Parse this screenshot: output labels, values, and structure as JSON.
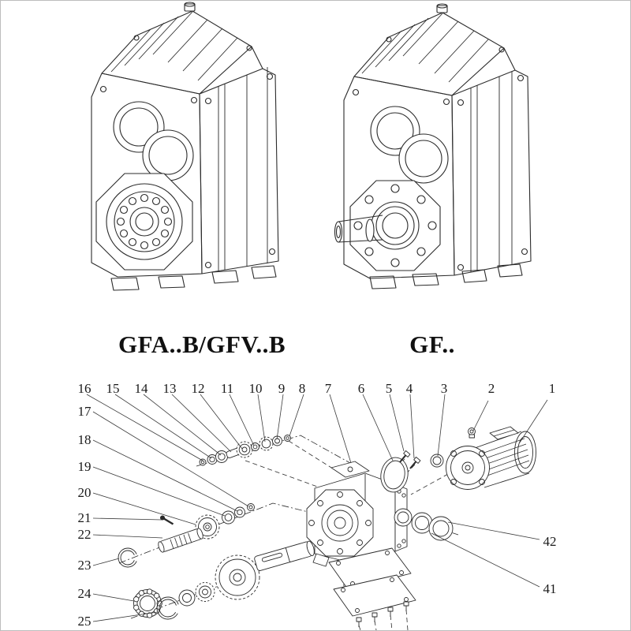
{
  "colors": {
    "background": "#ffffff",
    "line": "#2b2b2b",
    "frame_border": "#bdbdbd"
  },
  "models": {
    "left_label": "GFA..B/GFV..B",
    "right_label": "GF.."
  },
  "exploded_view": {
    "part_numbers_top": [
      "16",
      "15",
      "14",
      "13",
      "12",
      "11",
      "10",
      "9",
      "8",
      "7",
      "6",
      "5",
      "4",
      "3",
      "2",
      "1"
    ],
    "part_numbers_left": [
      "17",
      "18",
      "19",
      "20",
      "21",
      "22",
      "23",
      "24",
      "25"
    ],
    "part_numbers_right": [
      "42",
      "41"
    ]
  }
}
